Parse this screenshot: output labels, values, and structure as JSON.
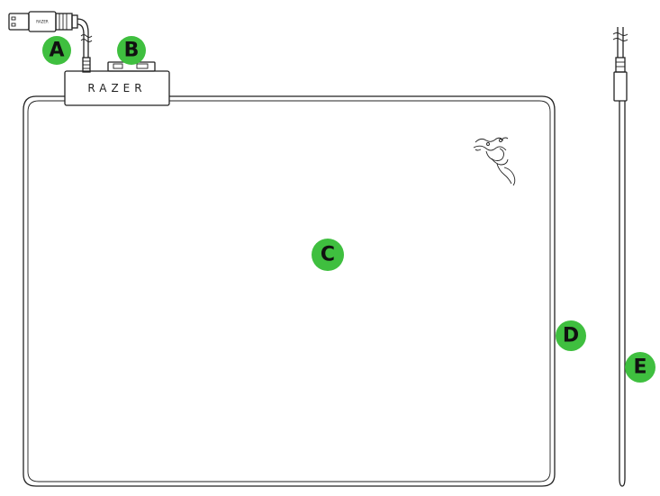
{
  "diagram": {
    "brand_text": "RAZER",
    "usb_text": "RAZER",
    "callouts": {
      "a": "A",
      "b": "B",
      "c": "C",
      "d": "D",
      "e": "E"
    }
  },
  "colors": {
    "callout": "#3fbf3f",
    "line": "#222222",
    "background": "#ffffff"
  }
}
